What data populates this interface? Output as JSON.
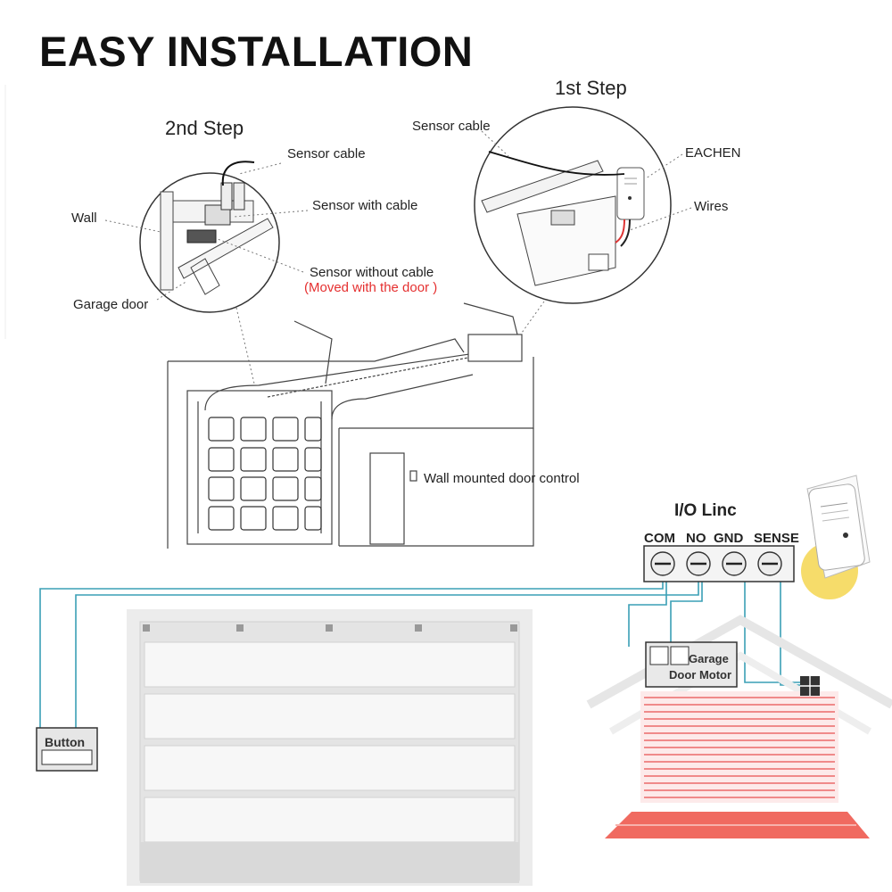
{
  "title": "EASY INSTALLATION",
  "steps": {
    "first": "1st Step",
    "second": "2nd Step"
  },
  "step2_labels": {
    "sensor_cable": "Sensor cable",
    "sensor_with_cable": "Sensor with cable",
    "wall": "Wall",
    "sensor_without_cable": "Sensor without cable",
    "moved_with_door": "(Moved with the door )",
    "garage_door": "Garage door"
  },
  "step1_labels": {
    "sensor_cable": "Sensor cable",
    "eachen": "EACHEN",
    "wires": "Wires"
  },
  "wall_control_label": "Wall mounted door control",
  "controller": {
    "title": "I/O Linc",
    "terminals": [
      "COM",
      "NO",
      "GND",
      "SENSE"
    ]
  },
  "button_label": "Button",
  "motor_label": [
    "Garage",
    "Door Motor"
  ],
  "colors": {
    "wire": "#3a9fb5",
    "alert": "#e53030",
    "sensor_beam": "#f08a8a",
    "badge": "#f6dc6a"
  }
}
